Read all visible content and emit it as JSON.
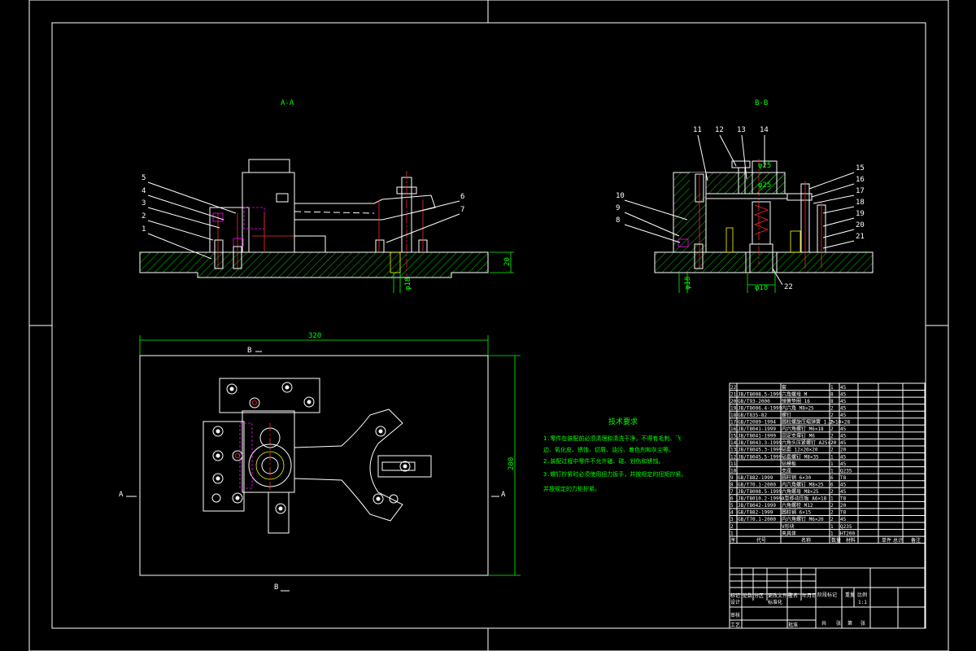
{
  "views": {
    "section_a": "A-A",
    "section_b": "B-B",
    "marker_a": "A",
    "marker_b": "B"
  },
  "dimensions": {
    "width": "320",
    "height": "200",
    "thickness": "20",
    "hole_a": "φ18",
    "hole_b1": "φ18",
    "hole_b2": "φ18",
    "hole_c1": "φ25",
    "hole_c2": "φ25"
  },
  "balloons_a": [
    "5",
    "4",
    "3",
    "2",
    "1",
    "6",
    "7"
  ],
  "balloons_b_top": [
    "11",
    "12",
    "13",
    "14"
  ],
  "balloons_b_left": [
    "10",
    "9",
    "8"
  ],
  "balloons_b_right": [
    "15",
    "16",
    "17",
    "18",
    "19",
    "20",
    "21"
  ],
  "balloon_bottom": "22",
  "tech_title": "技术要求",
  "tech_notes": [
    "1.零件在装配前必须清理和清洗干净，不得有毛刺、飞",
    "边、氧化皮、锈蚀、切屑、油污、着色剂和灰尘等。",
    "2.装配过程中零件不允许磕、碰、划伤和锈蚀。",
    "3.螺钉拧紧时必须使用扭力扳手，并按规定的扭矩拧紧。",
    "并按规定的力矩拧紧。"
  ],
  "bom_rows": [
    [
      "22",
      "",
      "套",
      "1",
      "45"
    ],
    [
      "21",
      "JB/T8008.5-1999",
      "六角螺母 M",
      "8",
      "45"
    ],
    [
      "20",
      "GB/T93-2000",
      "弹簧垫圈 16",
      "8",
      "45"
    ],
    [
      "19",
      "JB/T8006.4-1999",
      "内六角 M8×25",
      "2",
      "45"
    ],
    [
      "18",
      "GB/T835-82",
      "螺钉",
      "2",
      "45"
    ],
    [
      "17",
      "GB/T2089-1994",
      "圆柱螺旋压缩弹簧 1.2×10×28",
      "2",
      ""
    ],
    [
      "16",
      "JB/T8041-1999",
      "内六角螺钉 M6×18",
      "2",
      "45"
    ],
    [
      "15",
      "JB/T8041-1999",
      "固定支撑钉 M6",
      "2",
      "45"
    ],
    [
      "14",
      "JB/T8043.3-1999",
      "六角头压紧螺钉 A25×20",
      "2",
      "45"
    ],
    [
      "13",
      "JB/T8045.3-1999",
      "钻套 12×20×20",
      "2",
      "20"
    ],
    [
      "12",
      "JB/T8045.5-1999",
      "钻套螺钉 M8×35",
      "1",
      "45"
    ],
    [
      "11",
      "",
      "钻模板",
      "1",
      "45"
    ],
    [
      "10",
      "",
      "支座",
      "1",
      "Q235"
    ],
    [
      "9",
      "GB/T882-1999",
      "圆柱销 6×30",
      "6",
      "T8"
    ],
    [
      "8",
      "GB/T70.1-2000",
      "内六角螺钉 M8×25",
      "6",
      "45"
    ],
    [
      "7",
      "JB/T8008.5-1999",
      "六角螺母 M8×25",
      "2",
      "45"
    ],
    [
      "6",
      "JB/T8010.2-1999",
      "A型移动压板 A6×18",
      "1",
      "T8"
    ],
    [
      "5",
      "JB/T8042-1999",
      "六角螺栓 M12",
      "2",
      "20"
    ],
    [
      "4",
      "GB/T882-1999",
      "圆柱销 6×15",
      "2",
      "T8"
    ],
    [
      "3",
      "GB/T70.1-2000",
      "内六角螺钉 M6×20",
      "2",
      "45"
    ],
    [
      "2",
      "",
      "V形块",
      "1",
      "Q235"
    ],
    [
      "1",
      "",
      "夹具体",
      "1",
      "HT200"
    ]
  ],
  "bom_header": [
    "序",
    "代号",
    "名称",
    "数量",
    "材料",
    "单件",
    "总计",
    "备注"
  ],
  "title_block": {
    "labels": [
      "标记",
      "处数",
      "分区",
      "更改文件号",
      "签名",
      "年月日"
    ],
    "stage": "阶段标记",
    "weight": "重量",
    "scale": "比例",
    "scale_value": "1:1",
    "sheet": [
      "共",
      "张",
      "第",
      "张"
    ],
    "design": "设计",
    "review": "审核",
    "craft": "工艺",
    "approve": "批准",
    "standard": "标准化"
  }
}
